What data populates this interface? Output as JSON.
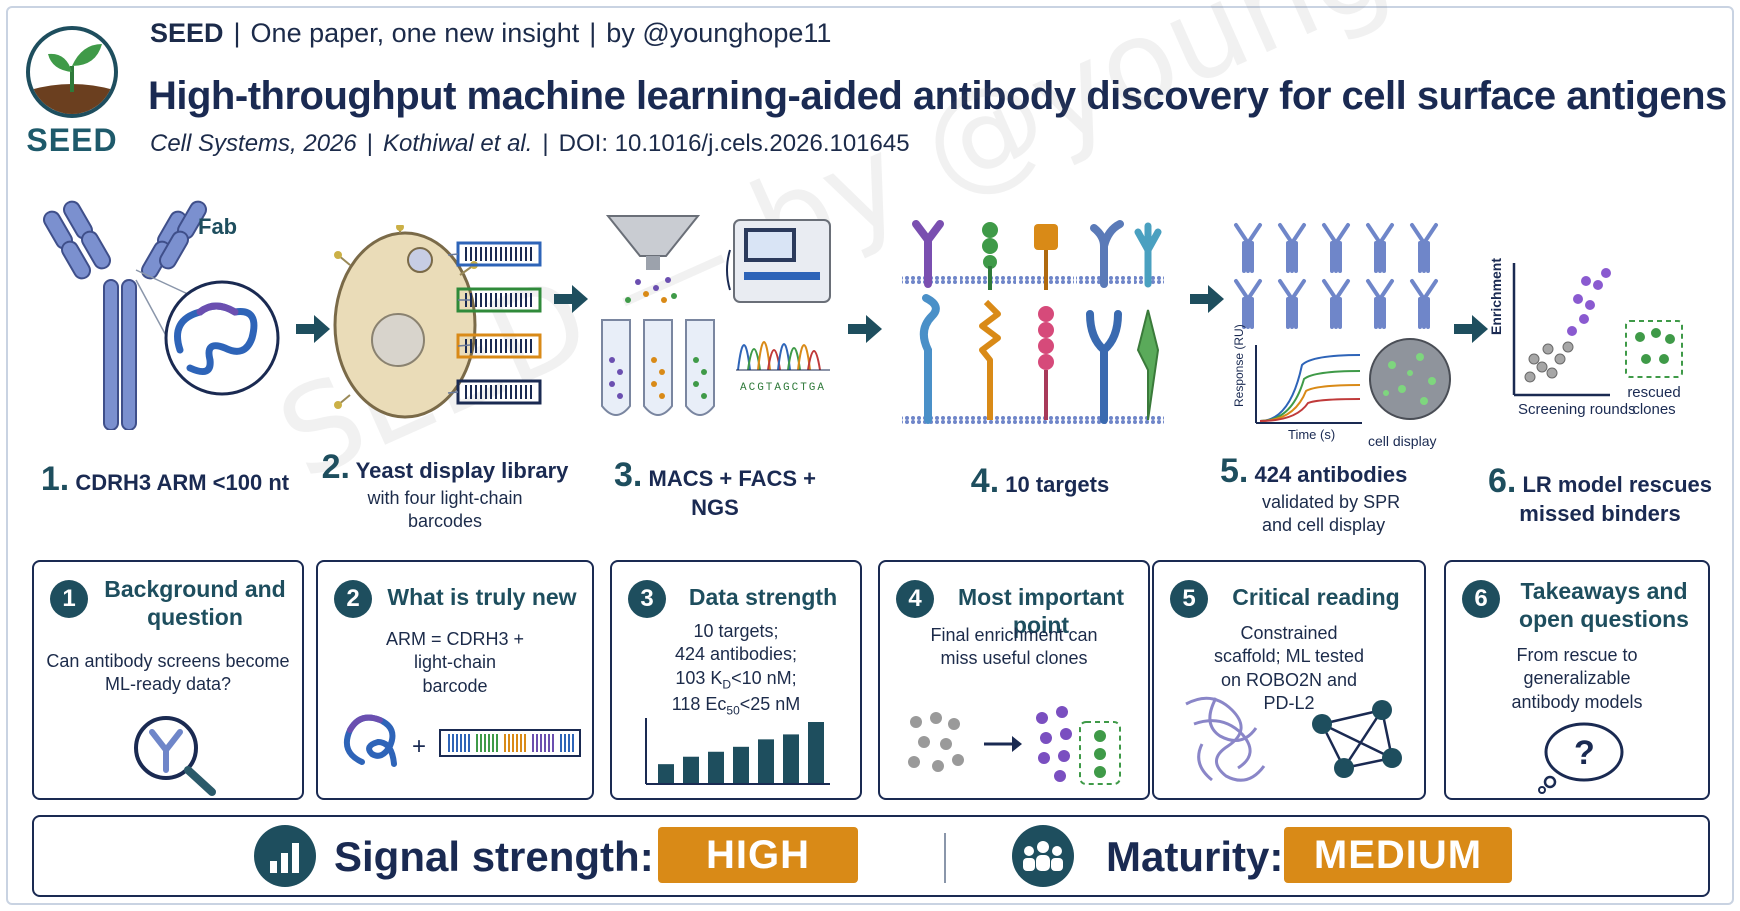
{
  "header": {
    "logo_text": "SEED",
    "brand": "SEED",
    "tagline": "One paper, one new insight",
    "byline": "by @younghope11",
    "title": "High-throughput machine learning-aided antibody discovery for cell surface antigens",
    "journal": "Cell Systems, 2026",
    "authors": "Kothiwal et al.",
    "doi": "DOI: 10.1016/j.cels.2026.101645"
  },
  "watermark": "SEED — by @younghope11",
  "pipeline": {
    "steps": [
      {
        "num": "1.",
        "title": "CDRH3 ARM <100 nt",
        "fab_label": "Fab"
      },
      {
        "num": "2.",
        "title": "Yeast display library",
        "sub": "with four light-chain barcodes"
      },
      {
        "num": "3.",
        "title": "MACS + FACS + NGS",
        "seq_text": "ACGTAGCTGA"
      },
      {
        "num": "4.",
        "title": "10 targets"
      },
      {
        "num": "5.",
        "title": "424 antibodies",
        "sub": "validated by SPR and cell display",
        "y_axis": "Response (RU)",
        "x_axis": "Time (s)",
        "cell_label": "cell display"
      },
      {
        "num": "6.",
        "title": "LR model rescues missed binders",
        "y_axis": "Enrichment",
        "x_axis": "Screening rounds",
        "rescued_label": "rescued clones"
      }
    ]
  },
  "cards": [
    {
      "num": "1",
      "title": "Background and question",
      "body": "Can antibody screens become ML-ready data?"
    },
    {
      "num": "2",
      "title": "What is truly new",
      "body": "ARM = CDRH3 + light-chain barcode"
    },
    {
      "num": "3",
      "title": "Data strength",
      "lines": [
        "10 targets;",
        "424 antibodies;"
      ],
      "kd_prefix": "103 K",
      "kd_sub": "D",
      "kd_suffix": "<10 nM;",
      "ec_prefix": "118 Ec",
      "ec_sub": "50",
      "ec_suffix": "<25 nM",
      "bars": [
        16,
        22,
        26,
        30,
        36,
        40,
        50
      ]
    },
    {
      "num": "4",
      "title": "Most important point",
      "body": "Final enrichment can miss useful clones"
    },
    {
      "num": "5",
      "title": "Critical reading",
      "body": "Constrained scaffold; ML tested on ROBO2N and PD-L2"
    },
    {
      "num": "6",
      "title": "Takeaways and open questions",
      "body": "From rescue to generalizable antibody models"
    }
  ],
  "footer": {
    "signal_label": "Signal strength:",
    "signal_value": "HIGH",
    "maturity_label": "Maturity:",
    "maturity_value": "MEDIUM"
  },
  "colors": {
    "navy": "#1a2a52",
    "teal": "#1e4e5e",
    "orange": "#d98a17",
    "antibody_blue": "#6f86c9",
    "purple": "#6b4fb0"
  }
}
